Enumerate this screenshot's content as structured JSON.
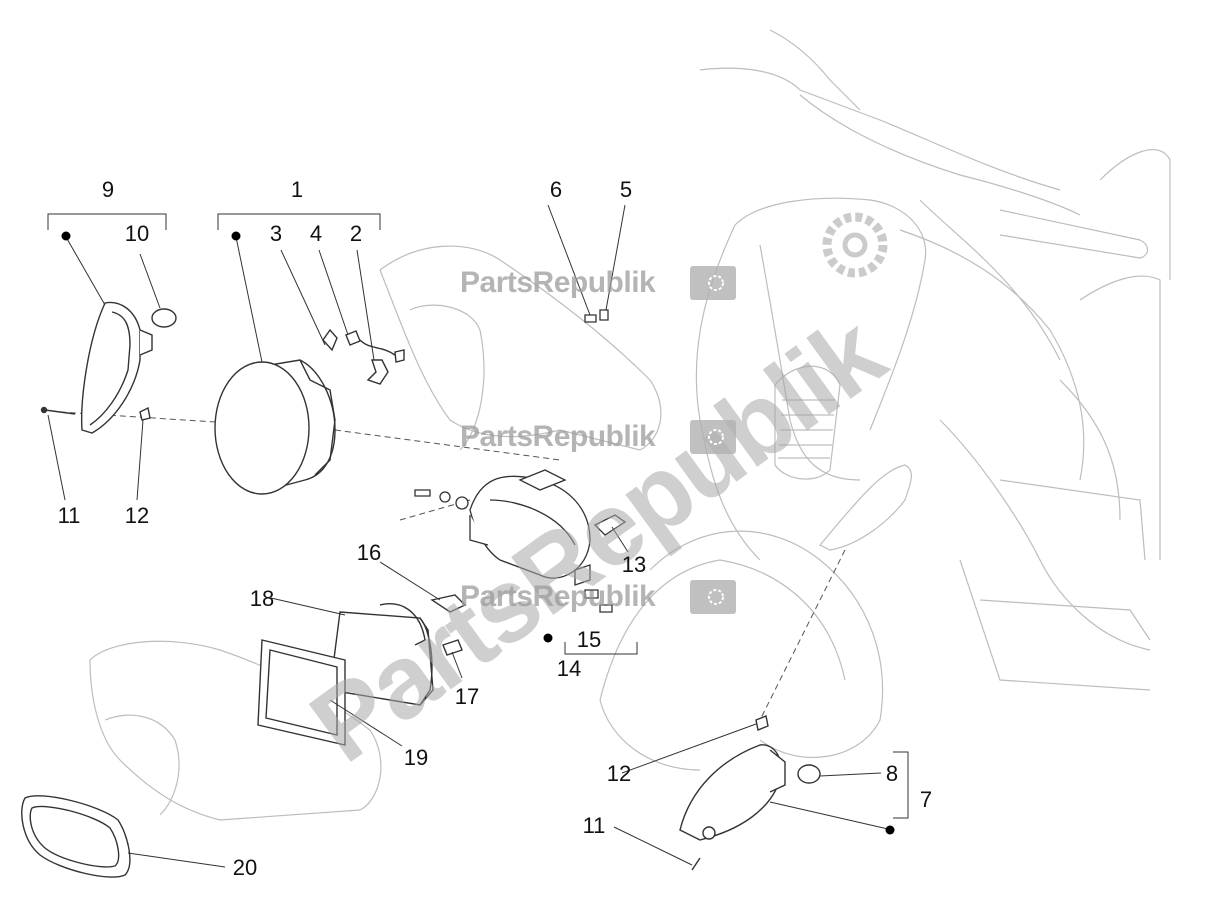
{
  "watermark": {
    "text": "PartsRepublik",
    "icon": "gear-flag-icon"
  },
  "callouts": {
    "c1": "1",
    "c2": "2",
    "c3": "3",
    "c4": "4",
    "c5": "5",
    "c6": "6",
    "c7": "7",
    "c8": "8",
    "c9": "9",
    "c10": "10",
    "c11a": "11",
    "c12a": "12",
    "c11b": "11",
    "c12b": "12",
    "c13": "13",
    "c14": "14",
    "c15": "15",
    "c16": "16",
    "c17": "17",
    "c18": "18",
    "c19": "19",
    "c20": "20"
  },
  "colors": {
    "line": "#333333",
    "ghost": "#b5b5b5",
    "watermark": "#9c9c9c"
  }
}
